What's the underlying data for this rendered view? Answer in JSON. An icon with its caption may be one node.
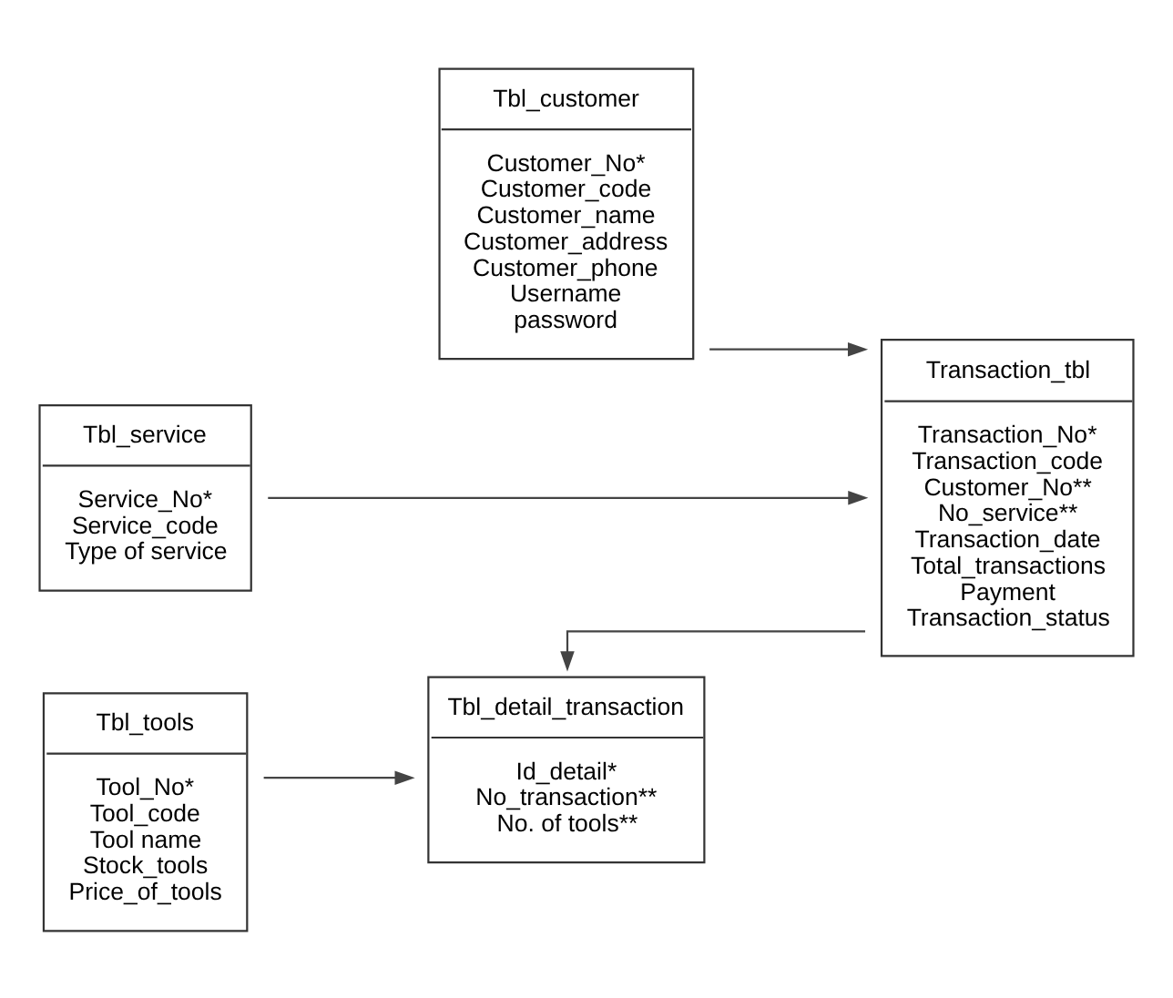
{
  "diagram": {
    "nodes": [
      {
        "text": [
          "Tbl_customer",
          "Customer_No*",
          "Customer_code",
          "Customer_name",
          "Customer_address",
          "Customer_phone",
          "Username",
          "password"
        ]
      },
      {
        "text": [
          "Tbl_service",
          "Service_No*",
          "Service_code",
          "Type of service"
        ]
      },
      {
        "text": [
          "Transaction_tbl",
          "Transaction_No*",
          "Transaction_code",
          "Customer_No**",
          "No_service**",
          "Transaction_date",
          "Total_transactions",
          "Payment",
          "Transaction_status"
        ]
      },
      {
        "text": [
          "Tbl_detail_transaction",
          "Id_detail*",
          "No_transaction**",
          "No. of tools**"
        ]
      },
      {
        "text": [
          "Tbl_tools",
          "Tool_No*",
          "Tool_code",
          "Tool name",
          "Stock_tools",
          "Price_of_tools"
        ]
      }
    ],
    "edges": [
      {
        "from": 0,
        "to": 2,
        "arrow": "to"
      },
      {
        "from": 1,
        "to": 2,
        "arrow": "to"
      },
      {
        "from": 2,
        "to": 3,
        "arrow": "to"
      },
      {
        "from": 4,
        "to": 3,
        "arrow": "to"
      }
    ]
  }
}
